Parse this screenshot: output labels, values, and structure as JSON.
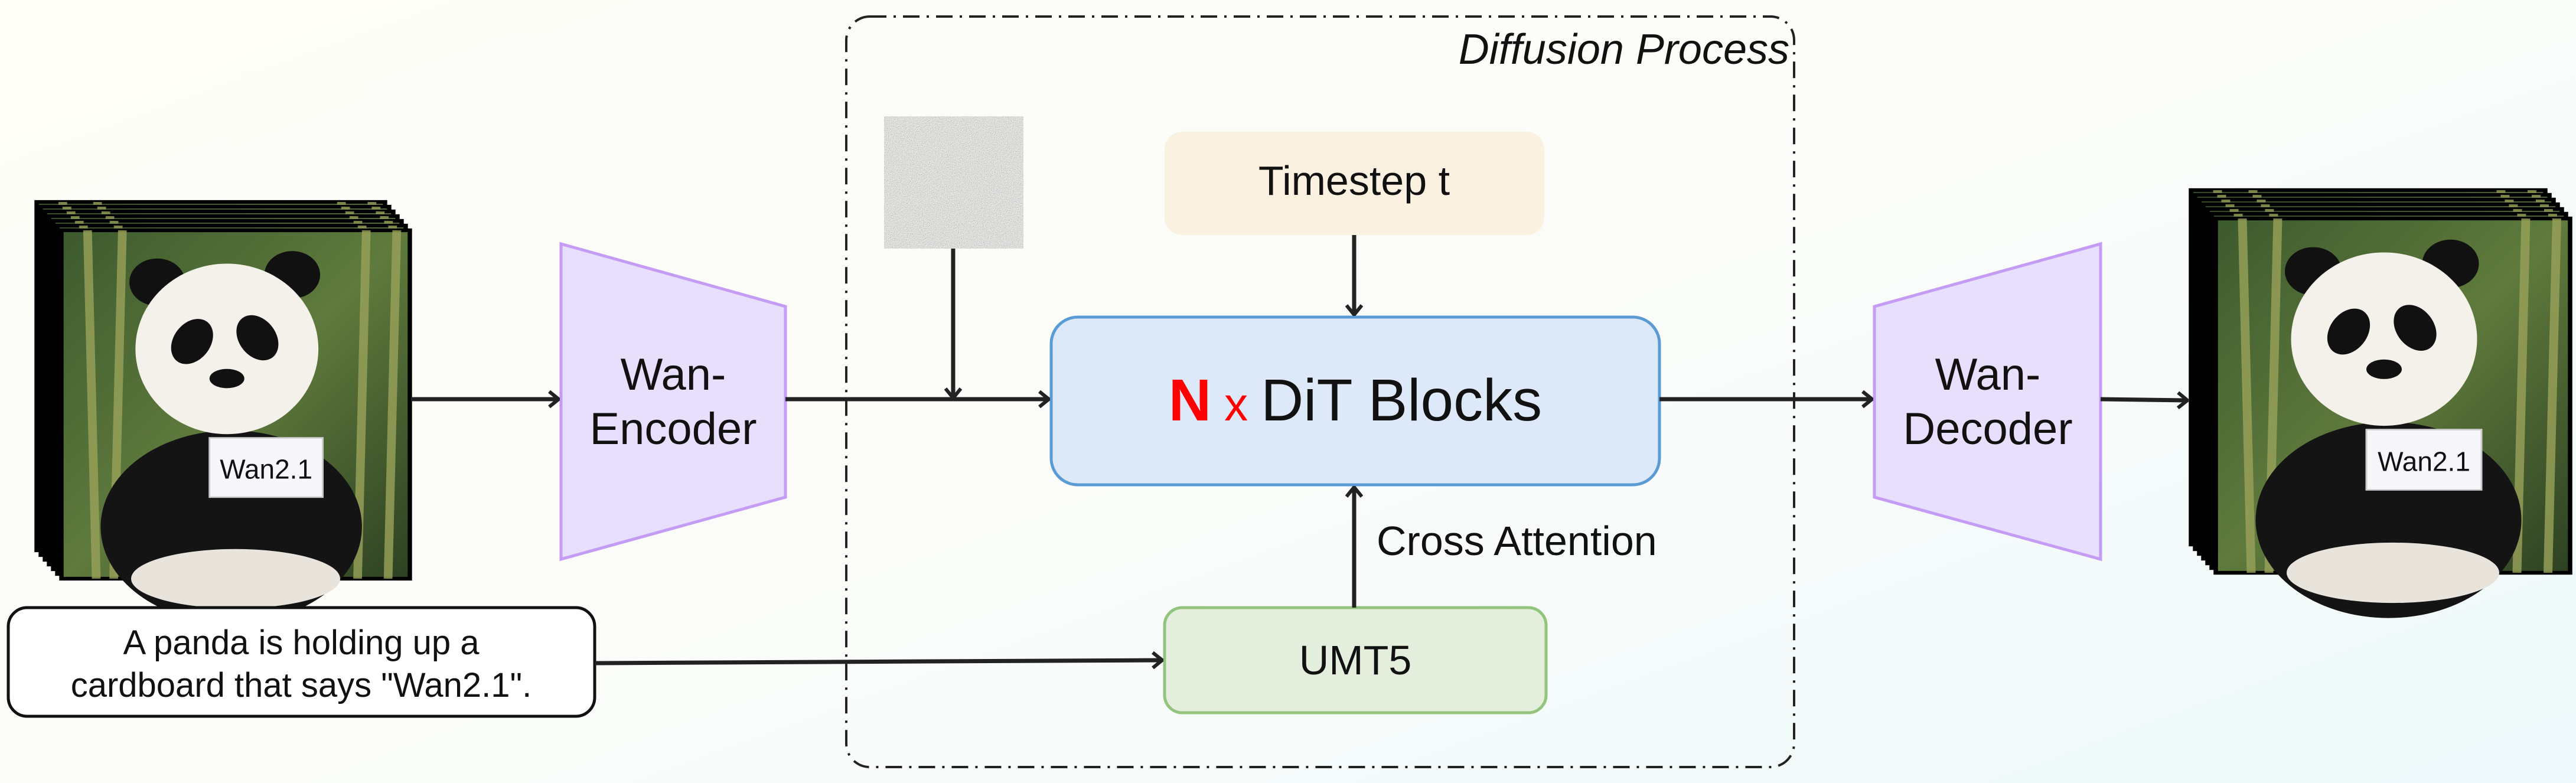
{
  "diffusion_process": {
    "label": "Diffusion Process"
  },
  "timestep": {
    "label": "Timestep t"
  },
  "dit": {
    "n": "N",
    "x": "x",
    "label": "DiT Blocks"
  },
  "umt5": {
    "label": "UMT5"
  },
  "cross_attention": {
    "label": "Cross Attention"
  },
  "encoder": {
    "line1": "Wan-",
    "line2": "Encoder"
  },
  "decoder": {
    "line1": "Wan-",
    "line2": "Decoder"
  },
  "prompt": {
    "line1": "A panda is holding up a",
    "line2": "cardboard that says \"Wan2.1\"."
  },
  "frames": {
    "sign_text": "Wan2.1"
  },
  "colors": {
    "timestep_fill": "#faf1e0",
    "dit_fill": "#dde9f8",
    "dit_stroke": "#5b9bd5",
    "umt5_fill": "#e3efdc",
    "umt5_stroke": "#93c47d",
    "codec_fill": "#e8dffd",
    "codec_stroke": "#c49bf5",
    "accent_red": "#ff0000"
  }
}
